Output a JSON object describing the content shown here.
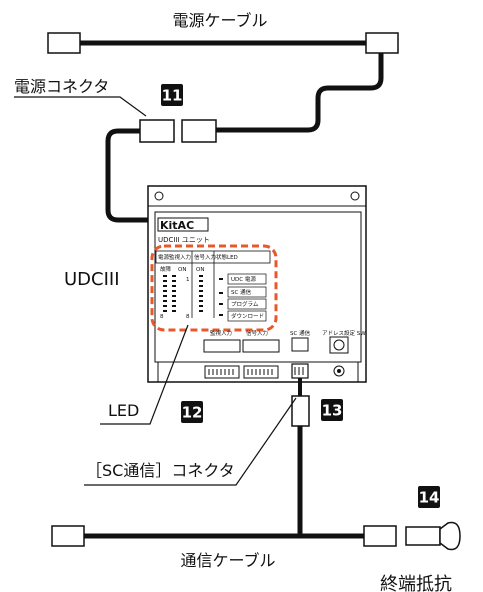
{
  "labels": {
    "power_cable": "電源ケーブル",
    "power_connector": "電源コネクタ",
    "udc_label": "UDCIII",
    "led_label": "LED",
    "sc_connector": "［SC通信］コネクタ",
    "comm_cable": "通信ケーブル",
    "terminator": "終端抵抗"
  },
  "callouts": {
    "n11": "11",
    "n12": "12",
    "n13": "13",
    "n14": "14"
  },
  "unit": {
    "brand": "KitAC",
    "model": "UDCIII ユニット",
    "col_power": "電源監視入力",
    "col_signal": "信号入力",
    "col_status": "状態LED",
    "on1": "ON",
    "on2": "ON",
    "fault": "故障",
    "ch1": "1",
    "ch8a": "8",
    "ch8b": "8",
    "led_udc": "UDC 電源",
    "led_sc": "SC 通信",
    "led_prog": "プログラム",
    "led_dl": "ダウンロード",
    "port1": "監視入力",
    "port2": "信号入力",
    "sc_port": "SC 通信",
    "addr_sw": "アドレス設定 SW"
  },
  "colors": {
    "highlight": "#e8582a",
    "line": "#111111"
  }
}
